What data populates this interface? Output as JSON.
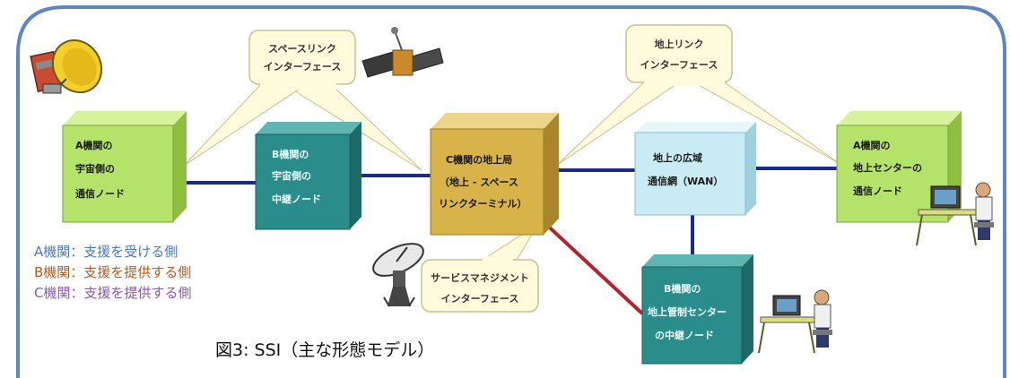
{
  "colors": {
    "frame": "#5b86c0",
    "link_blue": "#1c2a8c",
    "link_red": "#b3242e",
    "green_box": "#b5e36a",
    "teal_box": "#2a8d8b",
    "gold_box": "#d8b34a",
    "lightblue_box": "#c9ecf4",
    "bubble": "#fffbdc",
    "legend_a": "#4a78c2",
    "legend_b": "#b85a1e",
    "legend_c": "#8a5aa8"
  },
  "nodes": [
    {
      "id": "a-space",
      "color": "green",
      "lines": [
        "A機関の",
        "宇宙側の",
        "通信ノード"
      ]
    },
    {
      "id": "b-space",
      "color": "teal",
      "lines": [
        "B機関の",
        "宇宙側の",
        "中継ノード"
      ]
    },
    {
      "id": "c-ground",
      "color": "gold",
      "lines": [
        "C機関の地上局",
        "（地上 - スペース",
        "リンクターミナル）"
      ]
    },
    {
      "id": "wan",
      "color": "lightblue",
      "lines": [
        "地上の広域",
        "通信網（WAN）"
      ]
    },
    {
      "id": "a-ground",
      "color": "green",
      "lines": [
        "A機関の",
        "地上センターの",
        "通信ノード"
      ]
    },
    {
      "id": "b-ground",
      "color": "teal",
      "lines": [
        "B機関の",
        "地上管制センター",
        "の中継ノード"
      ]
    }
  ],
  "bubbles": [
    {
      "id": "space-link",
      "lines": [
        "スペースリンク",
        "インターフェース"
      ]
    },
    {
      "id": "ground-link",
      "lines": [
        "地上リンク",
        "インターフェース"
      ]
    },
    {
      "id": "service-mgmt",
      "lines": [
        "サービスマネジメント",
        "インターフェース"
      ]
    }
  ],
  "legend": [
    {
      "text": "A機関：支援を受ける側",
      "color": "#4a78c2"
    },
    {
      "text": "B機関：支援を提供する側",
      "color": "#b85a1e"
    },
    {
      "text": "C機関：支援を提供する側",
      "color": "#8a5aa8"
    }
  ],
  "caption": "図3: SSI（主な形態モデル）",
  "icons": [
    "satellite-dish-spacecraft-icon",
    "satellite-icon",
    "ground-antenna-icon",
    "operator-workstation-icon"
  ]
}
